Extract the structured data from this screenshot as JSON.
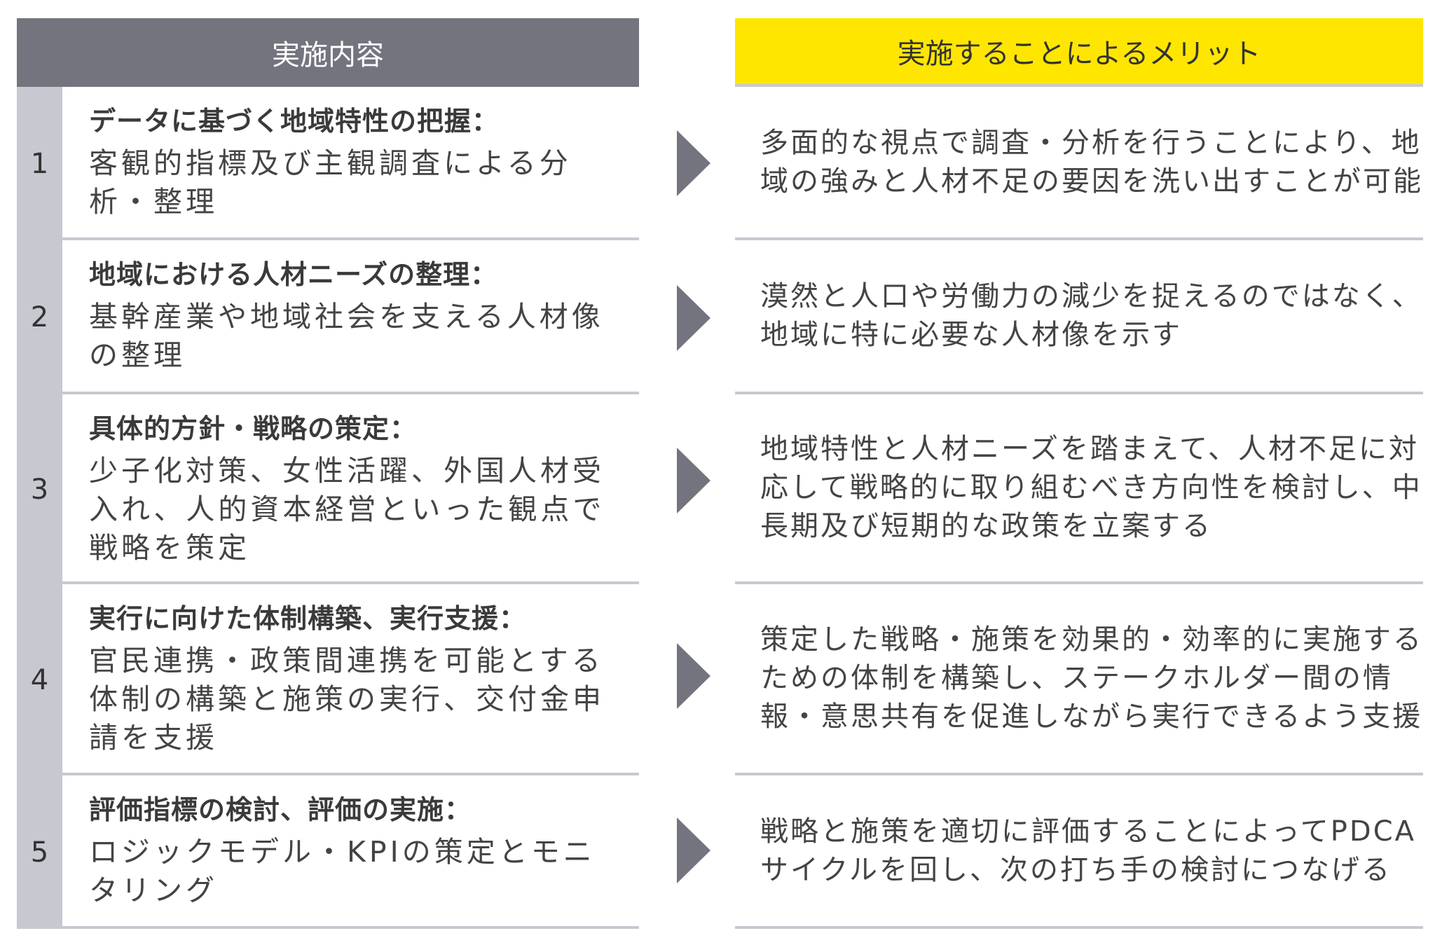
{
  "headers": {
    "left": "実施内容",
    "right": "実施することによるメリット"
  },
  "colors": {
    "header_left": "#74747f",
    "header_right": "#ffe600",
    "number_column": "#c8c8d0",
    "arrow": "#74747f"
  },
  "rows": [
    {
      "number": "1",
      "title": "データに基づく地域特性の把握：",
      "description": "客観的指標及び主観調査による分析・整理",
      "merit": "多面的な視点で調査・分析を行うことにより、地域の強みと人材不足の要因を洗い出すことが可能"
    },
    {
      "number": "2",
      "title": "地域における人材ニーズの整理：",
      "description": "基幹産業や地域社会を支える人材像の整理",
      "merit": "漠然と人口や労働力の減少を捉えるのではなく、地域に特に必要な人材像を示す"
    },
    {
      "number": "3",
      "title": "具体的方針・戦略の策定：",
      "description": "少子化対策、女性活躍、外国人材受入れ、人的資本経営といった観点で戦略を策定",
      "merit": "地域特性と人材ニーズを踏まえて、人材不足に対応して戦略的に取り組むべき方向性を検討し、中長期及び短期的な政策を立案する"
    },
    {
      "number": "4",
      "title": "実行に向けた体制構築、実行支援：",
      "description": "官民連携・政策間連携を可能とする体制の構築と施策の実行、交付金申請を支援",
      "merit": "策定した戦略・施策を効果的・効率的に実施するための体制を構築し、ステークホルダー間の情報・意思共有を促進しながら実行できるよう支援"
    },
    {
      "number": "5",
      "title": "評価指標の検討、評価の実施：",
      "description": "ロジックモデル・KPIの策定とモニタリング",
      "merit": "戦略と施策を適切に評価することによってPDCAサイクルを回し、次の打ち手の検討につなげる"
    }
  ]
}
